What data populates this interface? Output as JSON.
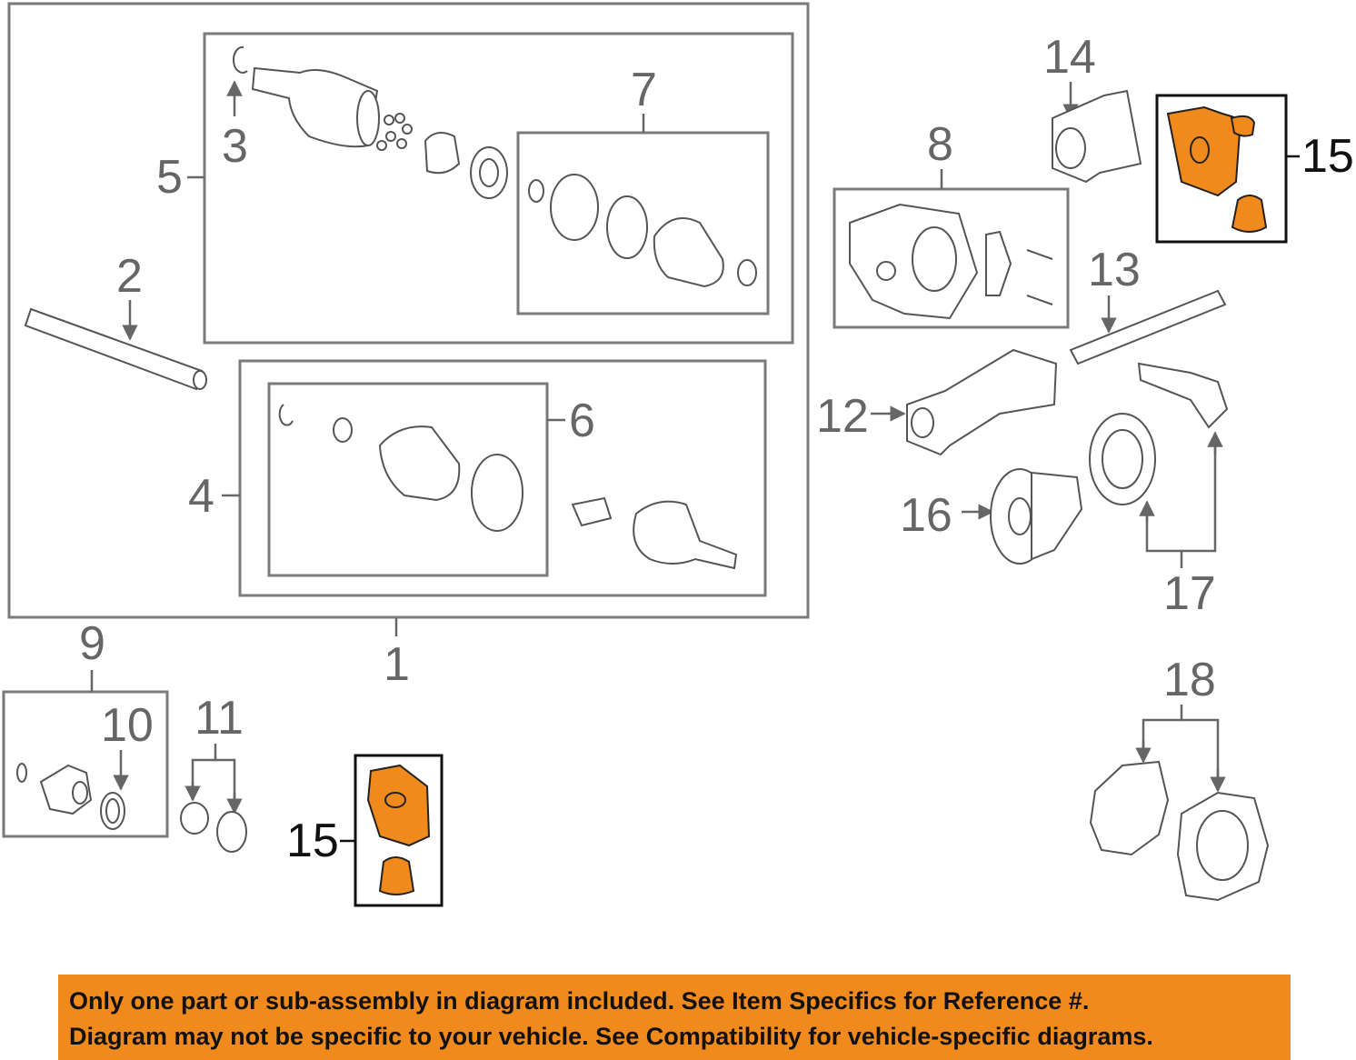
{
  "colors": {
    "highlight": "#f08a1c",
    "banner_bg": "#f08a1c",
    "line": "#666666",
    "text": "#111111"
  },
  "callouts": {
    "c1": "1",
    "c2": "2",
    "c3": "3",
    "c4": "4",
    "c5": "5",
    "c6": "6",
    "c7": "7",
    "c8": "8",
    "c9": "9",
    "c10": "10",
    "c11": "11",
    "c12": "12",
    "c13": "13",
    "c14": "14",
    "c15_top": "15",
    "c15_bottom": "15",
    "c16": "16",
    "c17": "17",
    "c18": "18"
  },
  "notice": {
    "line1": "Only one part or sub-assembly in diagram included. See Item Specifics for Reference #.",
    "line2": "Diagram may not be specific to your vehicle. See Compatibility for vehicle-specific diagrams."
  }
}
